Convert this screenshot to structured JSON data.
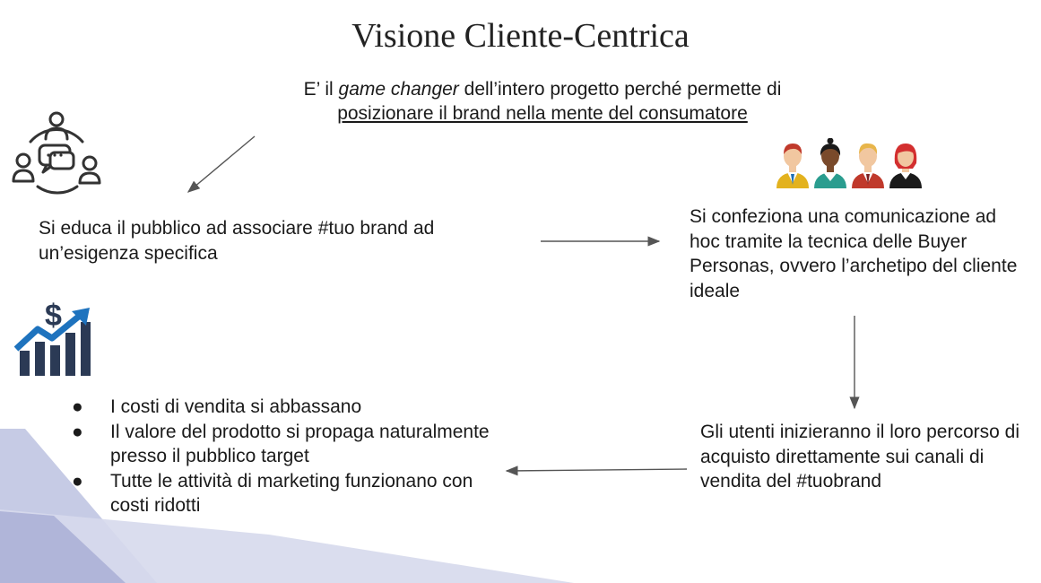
{
  "slide": {
    "title": "Visione Cliente-Centrica",
    "intro": {
      "prefix": "E’ il ",
      "emphasis": "game changer",
      "suffix": " dell’intero progetto perché permette di",
      "underlined": "posizionare il brand nella mente del consumatore"
    },
    "steps": {
      "educate": "Si educa il pubblico ad associare #tuo brand ad un’esigenza specifica",
      "buyer_personas": "Si confeziona una comunicazione ad hoc tramite la tecnica delle Buyer Personas, ovvero l’archetipo del cliente ideale",
      "purchase_journey": "Gli utenti inizieranno il loro percorso di acquisto direttamente sui canali di vendita del #tuobrand"
    },
    "benefits": [
      "I costi di vendita si abbassano",
      "Il valore del prodotto si propaga naturalmente presso il pubblico target",
      "Tutte le attività di marketing funzionano con costi ridotti"
    ],
    "bullet_char": "●"
  },
  "icons": {
    "community": "community-chat-icon",
    "personas": "buyer-personas-icon",
    "growth": "sales-growth-icon"
  },
  "colors": {
    "accent_band": "#c9cde6",
    "accent_band_dark": "#aab0d6",
    "navy": "#2b3a55",
    "arrow_blue": "#1e73be",
    "arrow_line": "#555555"
  }
}
